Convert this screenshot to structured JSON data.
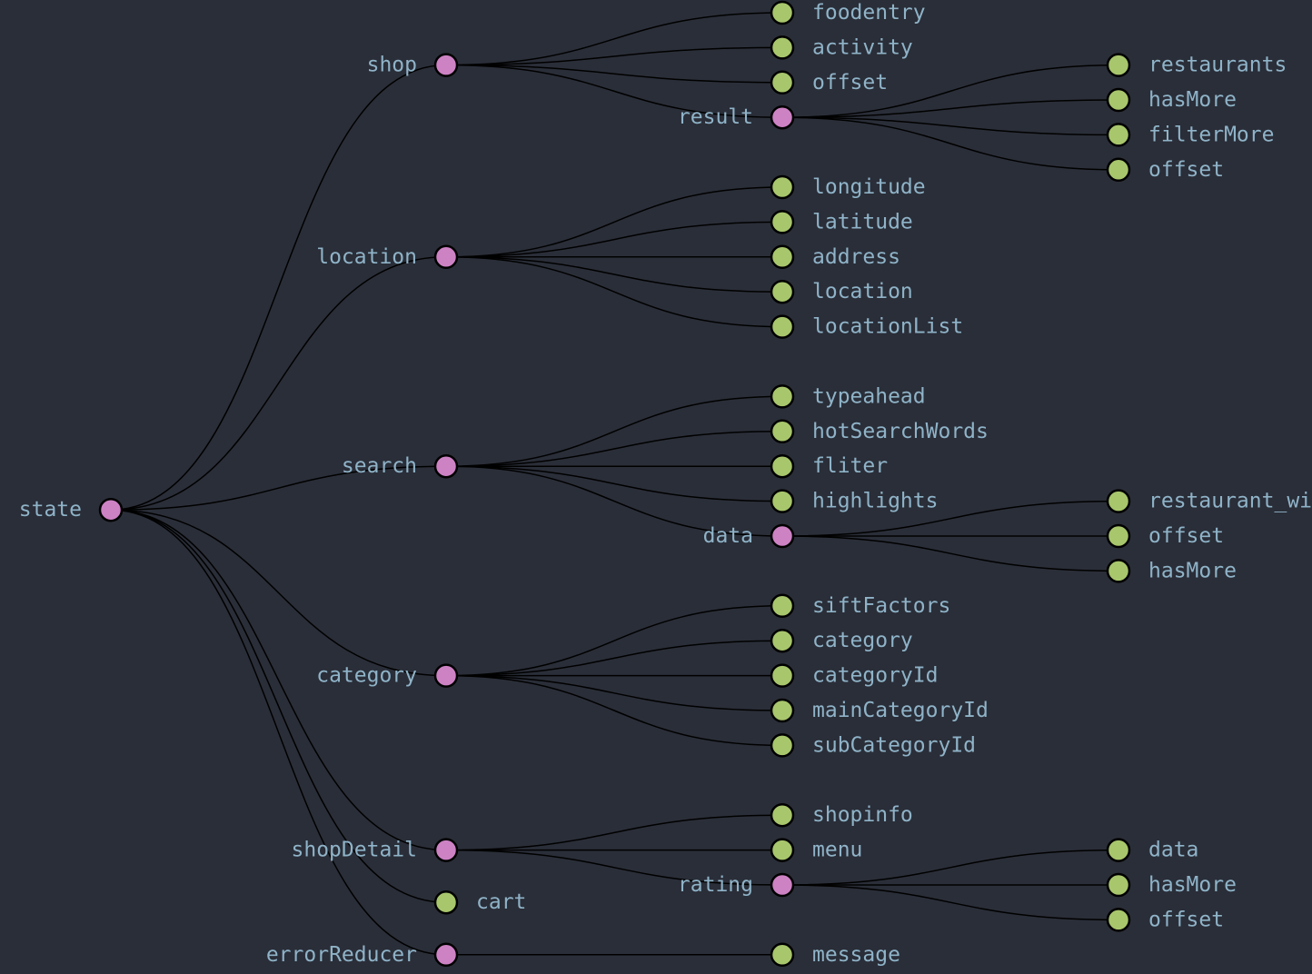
{
  "colors": {
    "background": "#2a2e38",
    "branch_node": "#cd82c4",
    "leaf_node": "#a8c66c",
    "label": "#8fb3c8",
    "link": "#000000"
  },
  "tree": {
    "name": "state",
    "children": [
      {
        "name": "shop",
        "children": [
          {
            "name": "foodentry"
          },
          {
            "name": "activity"
          },
          {
            "name": "offset"
          },
          {
            "name": "result",
            "children": [
              {
                "name": "restaurants"
              },
              {
                "name": "hasMore"
              },
              {
                "name": "filterMore"
              },
              {
                "name": "offset"
              }
            ]
          }
        ]
      },
      {
        "name": "location",
        "children": [
          {
            "name": "longitude"
          },
          {
            "name": "latitude"
          },
          {
            "name": "address"
          },
          {
            "name": "location"
          },
          {
            "name": "locationList"
          }
        ]
      },
      {
        "name": "search",
        "children": [
          {
            "name": "typeahead"
          },
          {
            "name": "hotSearchWords"
          },
          {
            "name": "fliter"
          },
          {
            "name": "highlights"
          },
          {
            "name": "data",
            "children": [
              {
                "name": "restaurant_wi"
              },
              {
                "name": "offset"
              },
              {
                "name": "hasMore"
              }
            ]
          }
        ]
      },
      {
        "name": "category",
        "children": [
          {
            "name": "siftFactors"
          },
          {
            "name": "category"
          },
          {
            "name": "categoryId"
          },
          {
            "name": "mainCategoryId"
          },
          {
            "name": "subCategoryId"
          }
        ]
      },
      {
        "name": "shopDetail",
        "children": [
          {
            "name": "shopinfo"
          },
          {
            "name": "menu"
          },
          {
            "name": "rating",
            "children": [
              {
                "name": "data"
              },
              {
                "name": "hasMore"
              },
              {
                "name": "offset"
              }
            ]
          }
        ]
      },
      {
        "name": "cart"
      },
      {
        "name": "errorReducer",
        "children": [
          {
            "name": "message"
          }
        ]
      }
    ]
  }
}
